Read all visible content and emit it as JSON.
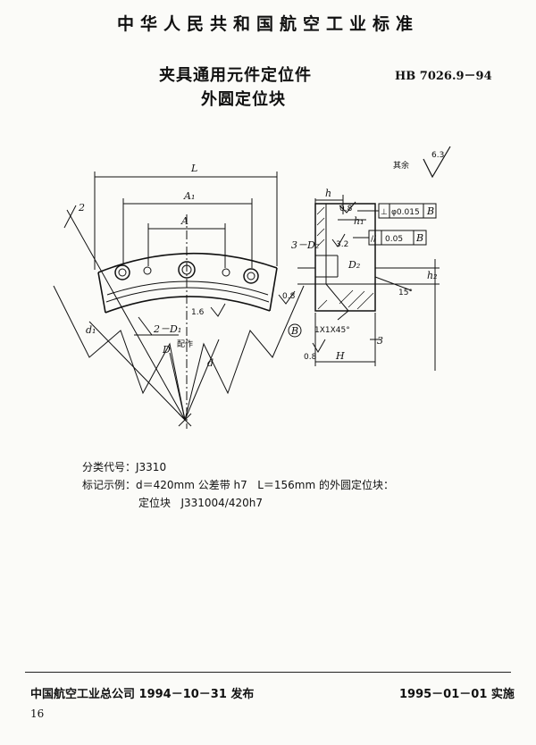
{
  "header": "中华人民共和国航空工业标准",
  "title_line1": "夹具通用元件定位件",
  "title_line2": "外圆定位块",
  "std_code": "HB 7026.9－94",
  "drawing": {
    "other_roughness_label": "其余",
    "roughness_63": "6.3",
    "roughness_08": "0.8",
    "roughness_32": "3.2",
    "roughness_16": "1.6",
    "dim_L": "L",
    "dim_A1": "A₁",
    "dim_A": "A",
    "dim_h": "h",
    "dim_h1": "h₁",
    "dim_h2": "h₂",
    "dim_H": "H",
    "dim_d": "d",
    "dim_d1": "d₁",
    "dim_D": "D",
    "dim_D2": "D₂",
    "dim_3D2": "3－D₂",
    "dim_2D1": "2－D₁",
    "pin_note": "配作",
    "dim_2": "2",
    "dim_3": "3",
    "dim_15deg": "15°",
    "chamfer": "1X1X45°",
    "datum": "B",
    "tol_perp_symbol": "⊥",
    "tol_perp_value": "φ0.015",
    "tol_par_symbol": "//",
    "tol_par_value": "0.05"
  },
  "classification": "分类代号：J3310",
  "marking_example": "标记示例：d＝420mm 公差带 h7   L＝156mm 的外圆定位块：",
  "marking_code": "定位块   J331004/420h7",
  "publish": "中国航空工业总公司 1994－10－31 发布",
  "effective": "1995－01－01 实施",
  "page_number": "16"
}
